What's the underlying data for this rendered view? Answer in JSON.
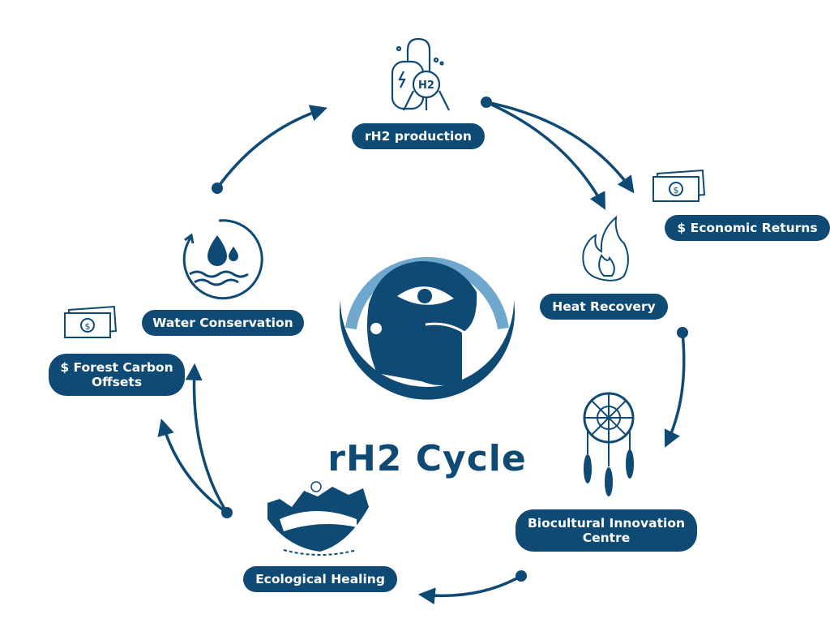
{
  "title": "rH2 Cycle",
  "colors": {
    "primary": "#0f4a75",
    "accent": "#6fa8cc"
  },
  "nodes": {
    "production": {
      "label": "rH2 production",
      "icon": "hydrogen-tank-icon"
    },
    "economic": {
      "label": "$ Economic Returns",
      "icon": "money-icon"
    },
    "heat": {
      "label": "Heat Recovery",
      "icon": "flame-icon"
    },
    "biocultural": {
      "line1": "Biocultural Innovation",
      "line2": "Centre",
      "icon": "dreamcatcher-icon"
    },
    "ecological": {
      "label": "Ecological Healing",
      "icon": "landscape-icon"
    },
    "forest": {
      "line1": "$ Forest Carbon",
      "line2": "Offsets",
      "icon": "money-icon"
    },
    "water": {
      "label": "Water Conservation",
      "icon": "water-drop-cycle-icon"
    }
  },
  "logo": {
    "icon": "eagle-logo-icon"
  },
  "h2_text": "H2"
}
